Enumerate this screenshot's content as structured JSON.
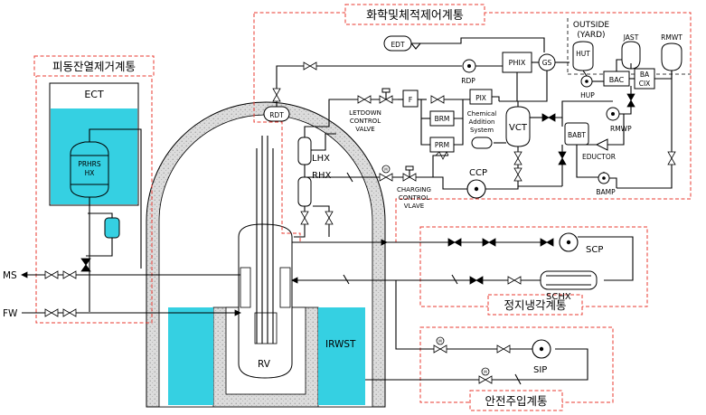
{
  "colors": {
    "water": "#35d0e2",
    "system_border": "#e8382f",
    "containment_fill": "#dcdcdc"
  },
  "systems": {
    "cvcs": "화학및체적제어계통",
    "passive_rhr": "피동잔열제거계통",
    "shutdown_cooling": "정지냉각계통",
    "safety_injection": "안전주입계통"
  },
  "components": {
    "ect": "ECT",
    "prhrs_hx_1": "PRHRS",
    "prhrs_hx_2": "HX",
    "ms": "MS",
    "fw": "FW",
    "rv": "RV",
    "irwst": "IRWST",
    "rdt": "RDT",
    "edt": "EDT",
    "lhx": "LHX",
    "rhx": "RHX",
    "letdown_1": "LETDOWN",
    "letdown_2": "CONTROL",
    "letdown_3": "VALVE",
    "filter": "F",
    "brm": "BRM",
    "prm": "PRM",
    "rdp": "RDP",
    "phix": "PHIX",
    "pix": "PIX",
    "chem_1": "Chemical",
    "chem_2": "Addition",
    "chem_3": "System",
    "gs": "GS",
    "vct": "VCT",
    "ccp": "CCP",
    "charging_1": "CHARGING",
    "charging_2": "CONTROL",
    "charging_3": "VLAVE",
    "outside_1": "OUTSIDE",
    "outside_2": "(YARD)",
    "hut": "HUT",
    "jast": "JAST",
    "rmwt": "RMWT",
    "hup": "HUP",
    "bac": "BAC",
    "ba_1": "BA",
    "ba_2": "CIX",
    "babt": "BABT",
    "rmwp": "RMWP",
    "eductor": "EDUCTOR",
    "bamp": "BAMP",
    "scp": "SCP",
    "schx": "SCHX",
    "sip": "SIP",
    "valve_m": "M"
  }
}
